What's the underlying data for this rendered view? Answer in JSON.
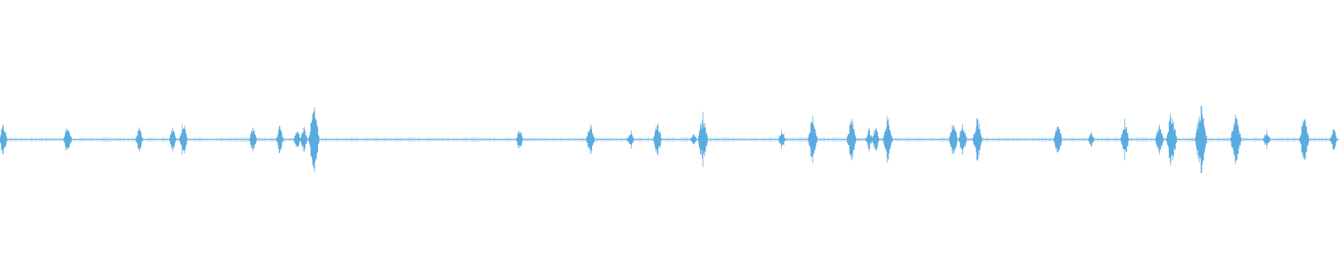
{
  "waveform": {
    "color": "#5aabdf",
    "baseline_level": 0.02,
    "peaks": [
      {
        "t": 0.0025,
        "amp": 0.14
      },
      {
        "t": 0.0505,
        "amp": 0.14
      },
      {
        "t": 0.104,
        "amp": 0.1
      },
      {
        "t": 0.129,
        "amp": 0.1
      },
      {
        "t": 0.137,
        "amp": 0.16
      },
      {
        "t": 0.189,
        "amp": 0.12
      },
      {
        "t": 0.209,
        "amp": 0.12
      },
      {
        "t": 0.222,
        "amp": 0.08
      },
      {
        "t": 0.227,
        "amp": 0.12
      },
      {
        "t": 0.2345,
        "amp": 0.27
      },
      {
        "t": 0.388,
        "amp": 0.1
      },
      {
        "t": 0.441,
        "amp": 0.14
      },
      {
        "t": 0.471,
        "amp": 0.08
      },
      {
        "t": 0.491,
        "amp": 0.16
      },
      {
        "t": 0.518,
        "amp": 0.07
      },
      {
        "t": 0.525,
        "amp": 0.22
      },
      {
        "t": 0.584,
        "amp": 0.09
      },
      {
        "t": 0.607,
        "amp": 0.2
      },
      {
        "t": 0.636,
        "amp": 0.18
      },
      {
        "t": 0.649,
        "amp": 0.09
      },
      {
        "t": 0.654,
        "amp": 0.12
      },
      {
        "t": 0.663,
        "amp": 0.2
      },
      {
        "t": 0.712,
        "amp": 0.16
      },
      {
        "t": 0.719,
        "amp": 0.14
      },
      {
        "t": 0.73,
        "amp": 0.18
      },
      {
        "t": 0.79,
        "amp": 0.16
      },
      {
        "t": 0.815,
        "amp": 0.07
      },
      {
        "t": 0.84,
        "amp": 0.16
      },
      {
        "t": 0.866,
        "amp": 0.14
      },
      {
        "t": 0.875,
        "amp": 0.24
      },
      {
        "t": 0.897,
        "amp": 0.29
      },
      {
        "t": 0.923,
        "amp": 0.25
      },
      {
        "t": 0.946,
        "amp": 0.08
      },
      {
        "t": 0.974,
        "amp": 0.2
      },
      {
        "t": 0.996,
        "amp": 0.1
      }
    ]
  }
}
